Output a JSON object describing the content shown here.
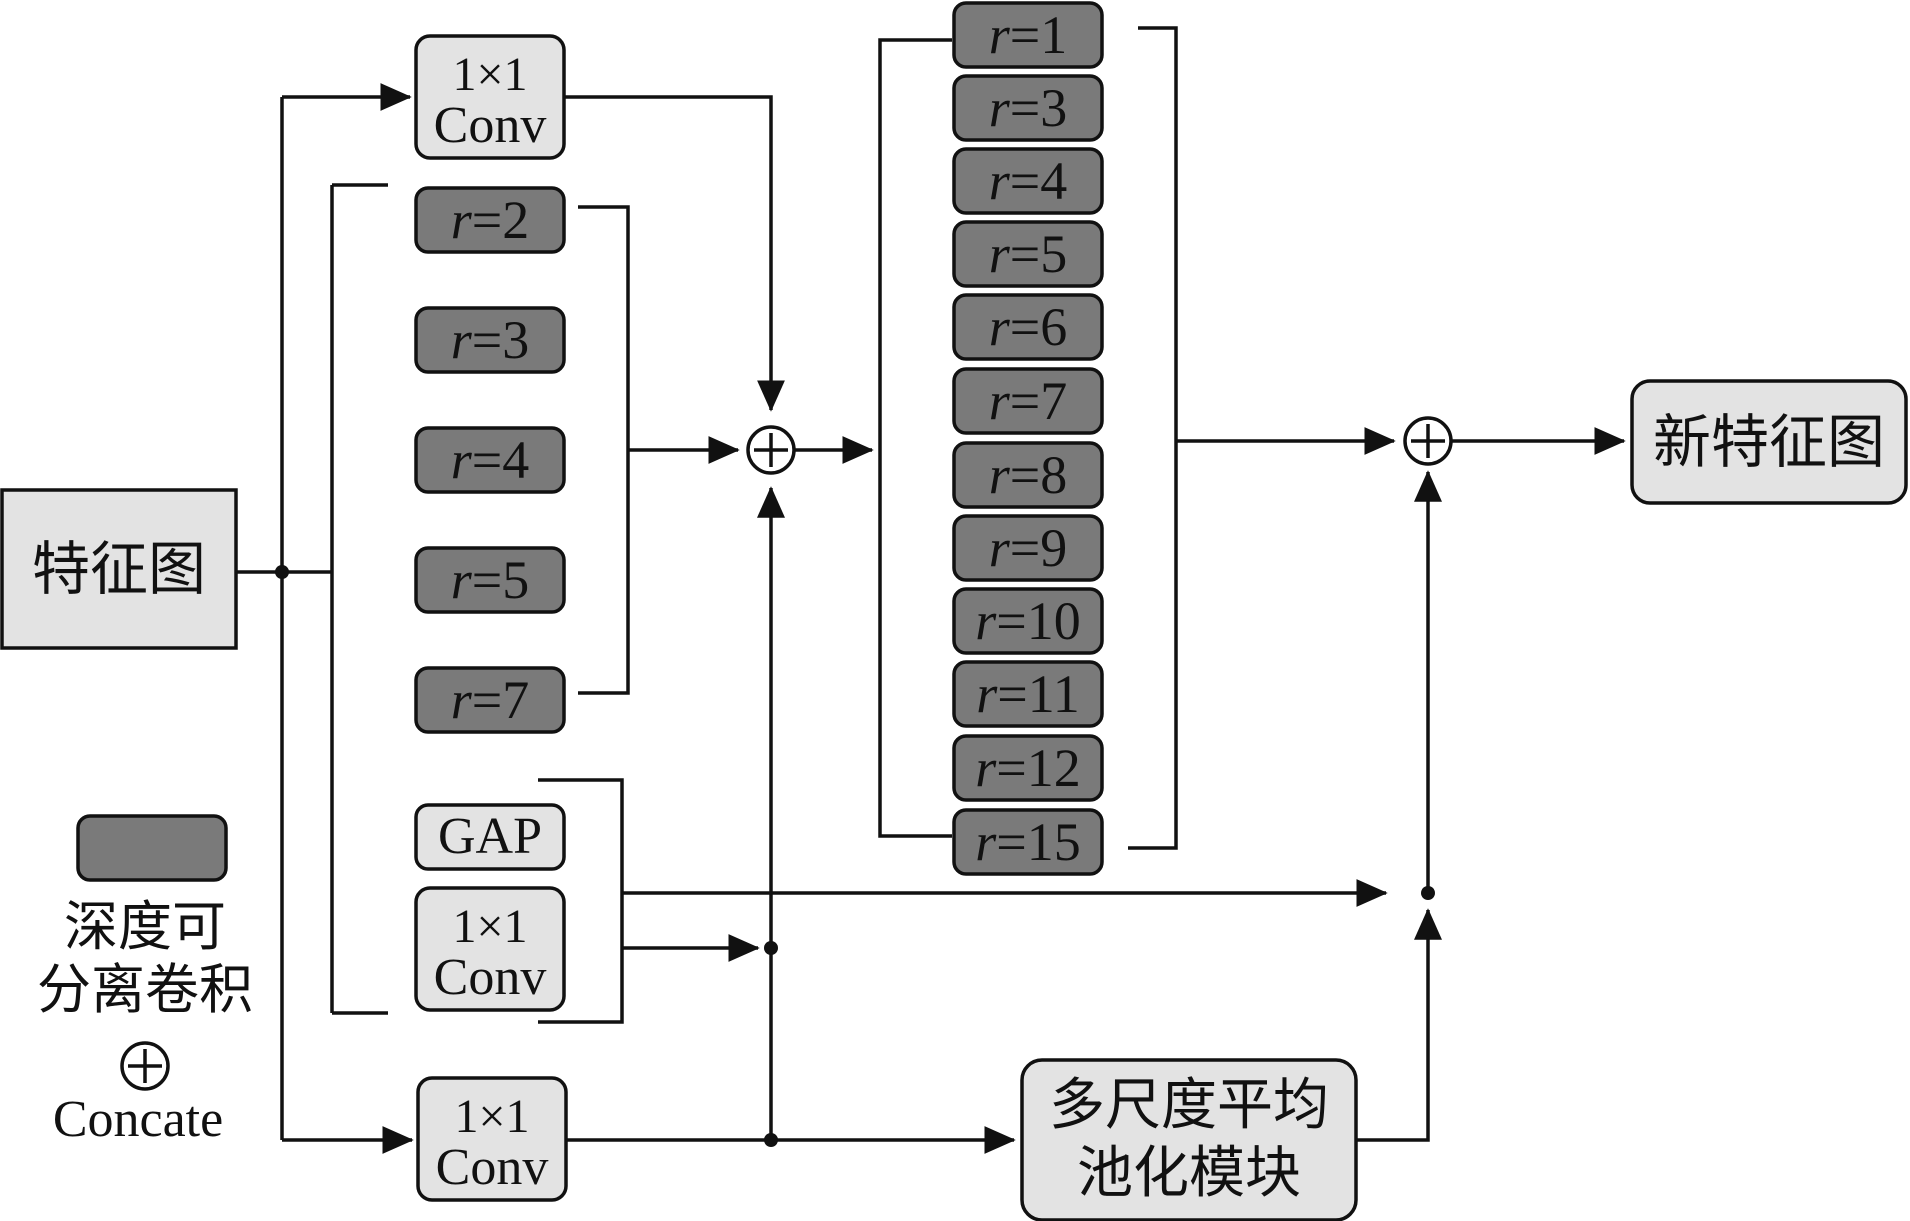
{
  "input_label": "特征图",
  "output_label": "新特征图",
  "conv": {
    "line1": "1×1",
    "line2": "Conv"
  },
  "gap_label": "GAP",
  "dilation_prefix": "r",
  "dilation_eq": "=",
  "group1_rates": [
    "2",
    "3",
    "4",
    "5",
    "7"
  ],
  "group2_rates": [
    "1",
    "3",
    "4",
    "5",
    "6",
    "7",
    "8",
    "9",
    "10",
    "11",
    "12",
    "15"
  ],
  "pooling_module": {
    "line1": "多尺度平均",
    "line2": "池化模块"
  },
  "legend": {
    "dsconv_line1": "深度可",
    "dsconv_line2": "分离卷积",
    "concat_label": "Concate"
  },
  "colors": {
    "dark_box": "#7a7a7a",
    "light_box": "#e3e3e3",
    "stroke": "#111111"
  }
}
